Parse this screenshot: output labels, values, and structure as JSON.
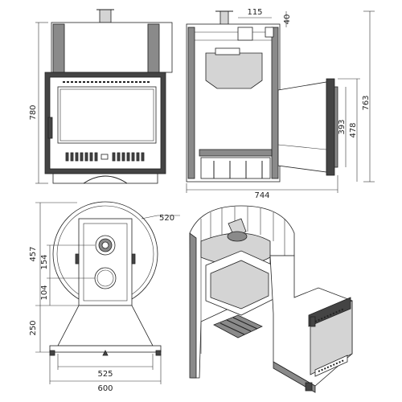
{
  "dimensions": {
    "front_height": "780",
    "side_top_width": "115",
    "side_top_height": "40",
    "side_height_total": "763",
    "side_height_mid": "478",
    "side_height_low": "393",
    "side_width": "744",
    "plan_radius": "520",
    "plan_depth": "457",
    "plan_flue_offset": "154",
    "plan_flue_low": "104",
    "plan_hood_depth": "250",
    "plan_hood_width": "525",
    "plan_total_width": "600"
  },
  "colors": {
    "line": "#222222",
    "dark_fill": "#444444",
    "mid_fill": "#8a8a8a",
    "light_fill": "#d4d4d4"
  }
}
